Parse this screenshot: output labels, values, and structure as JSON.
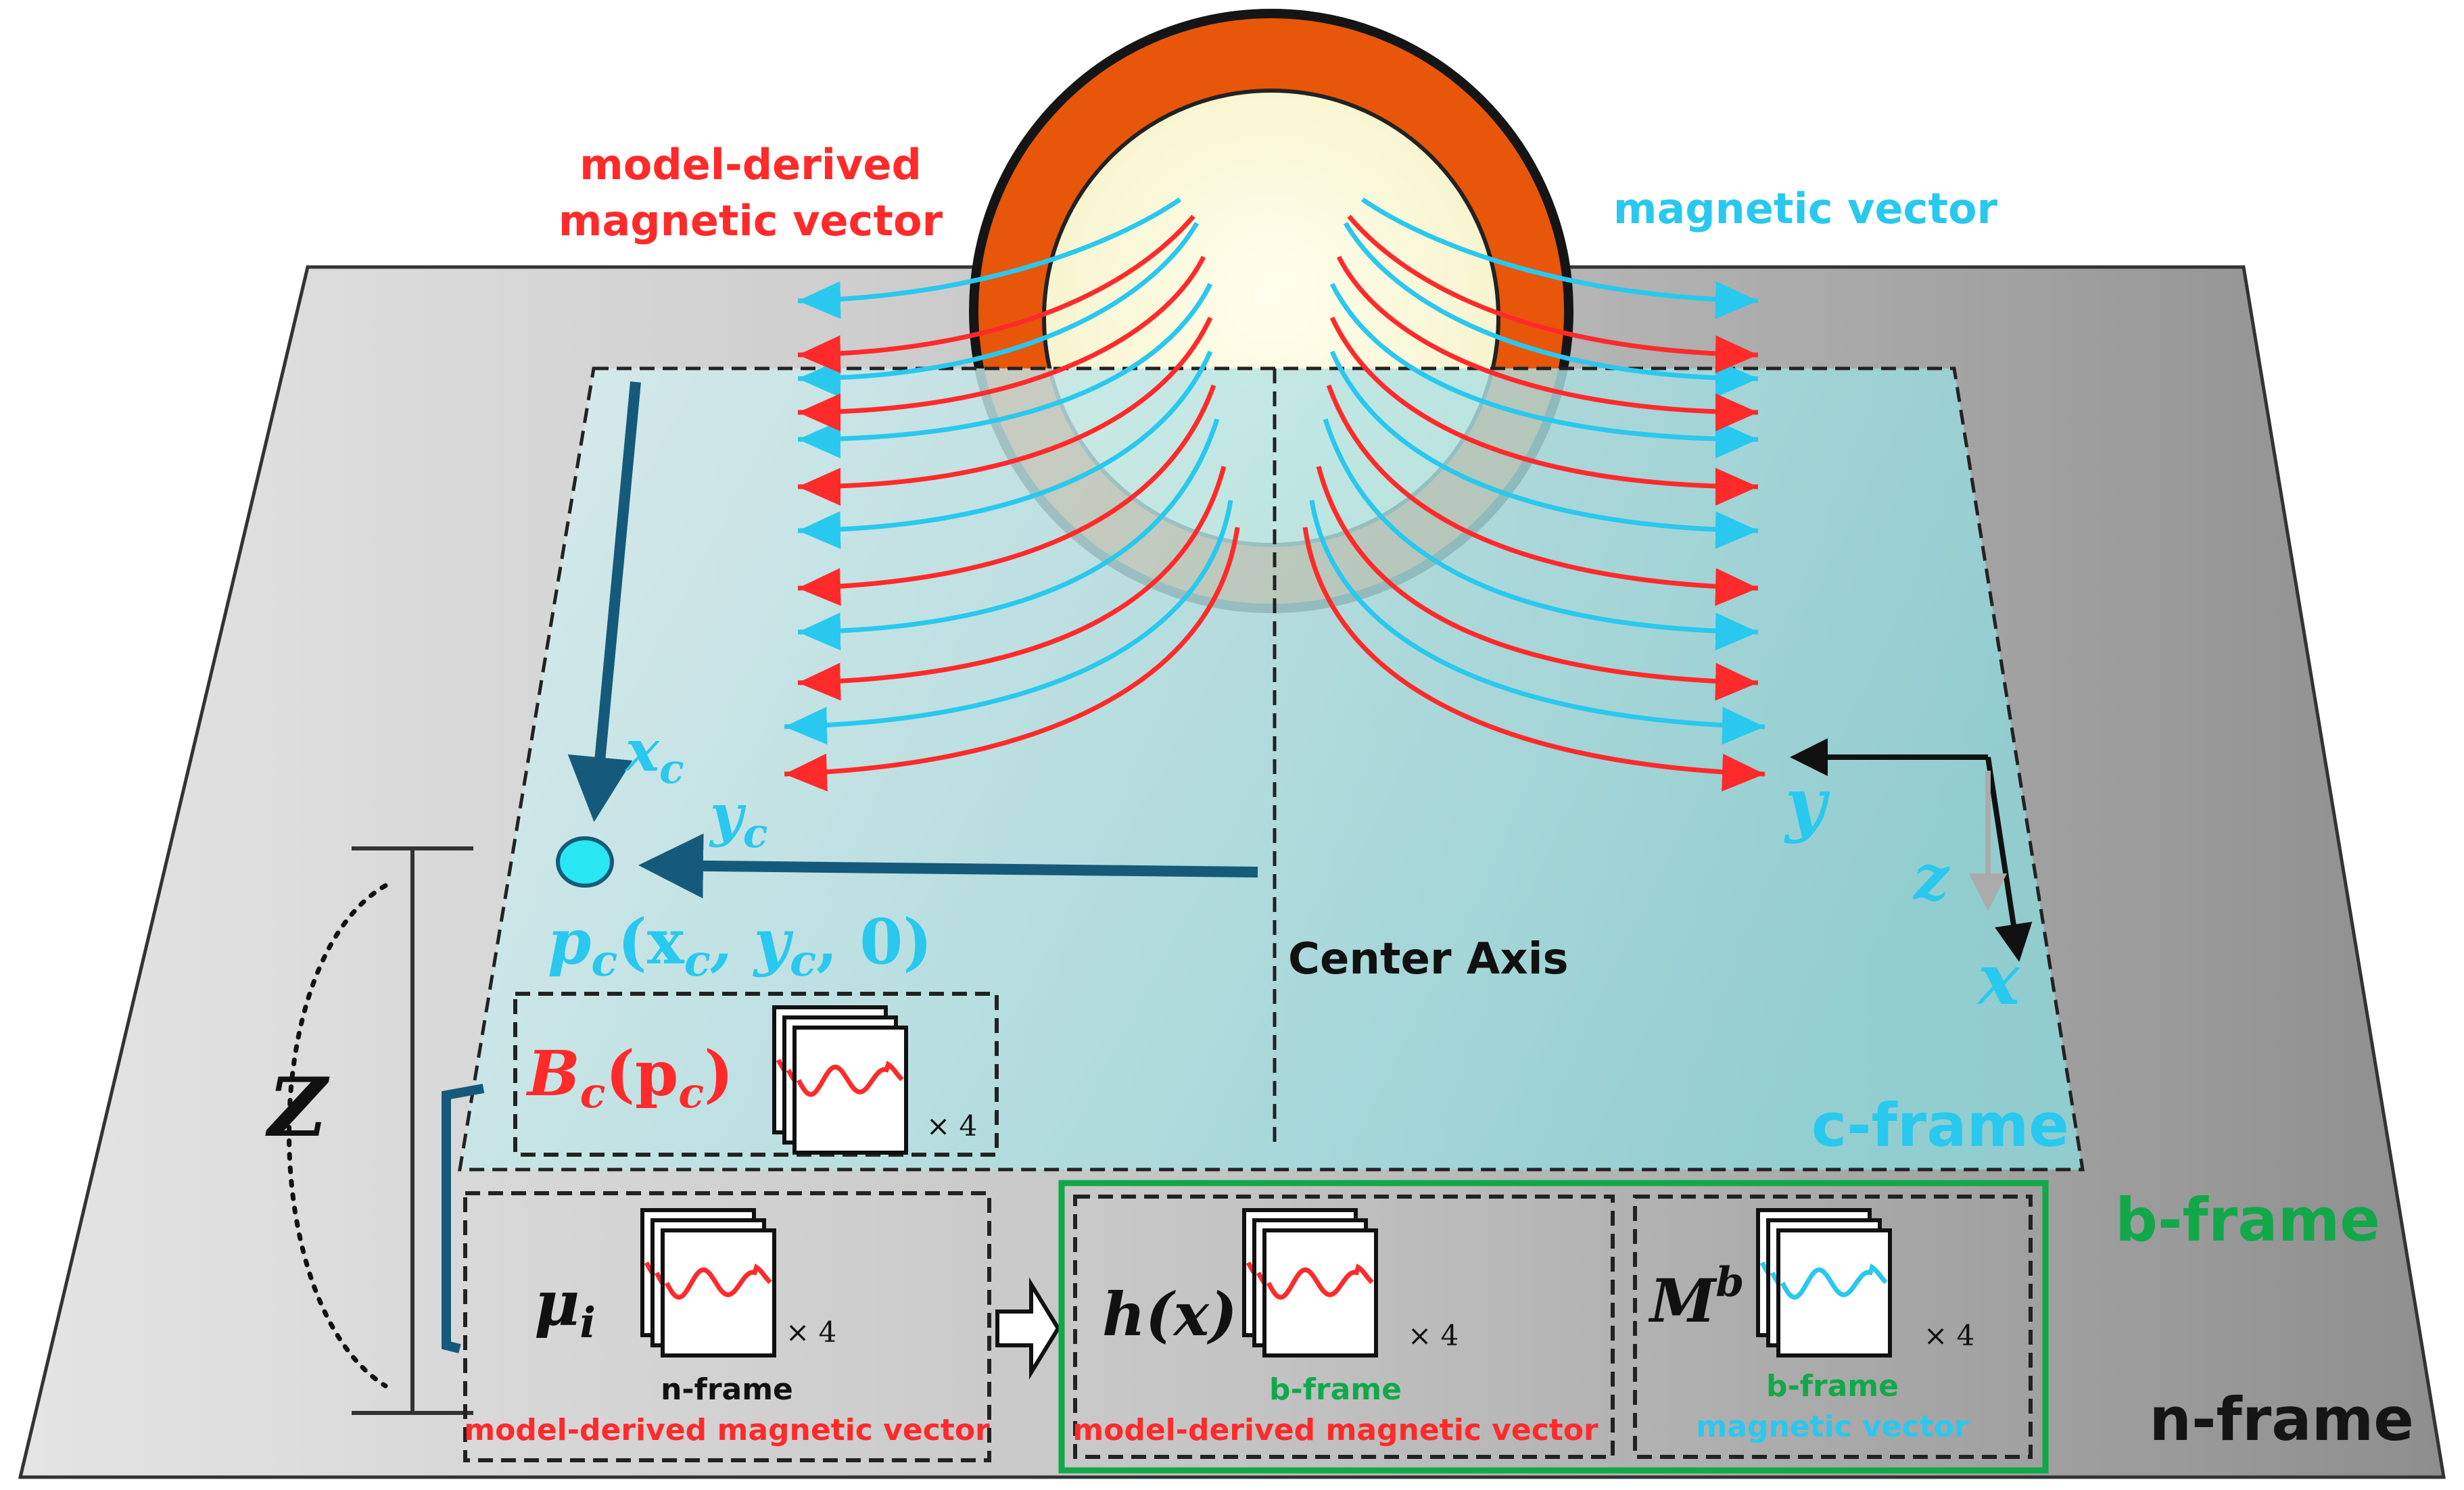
{
  "labels": {
    "model_derived_top_line1": "model-derived",
    "model_derived_top_line2": "magnetic vector",
    "magnetic_vector_top": "magnetic vector",
    "center_axis": "Center Axis",
    "c_frame": "c-frame",
    "b_frame": "b-frame",
    "n_frame": "n-frame",
    "axis_x": "x",
    "axis_y": "y",
    "axis_z": "z",
    "xc": "x",
    "xc_sub": "c",
    "yc": "y",
    "yc_sub": "c",
    "pc_text": "p",
    "pc_args": "(x",
    "pc_args2": ", y",
    "pc_args3": ", 0)",
    "Z": "Z",
    "Bc": "B",
    "Bc_sub": "c",
    "Bc_arg": "(p",
    "Bc_arg_sub": "c",
    "Bc_close": ")",
    "mu": "μ",
    "mu_sub": "i",
    "hx": "h(x)",
    "Mb": "M",
    "Mb_sup": "b",
    "times4": "× 4"
  },
  "boxes": {
    "n_caption1": "n-frame",
    "n_caption2": "model-derived  magnetic vector",
    "b_caption1": "b-frame",
    "b_caption2": "model-derived  magnetic vector",
    "m_caption1": "b-frame",
    "m_caption2": "magnetic vector"
  },
  "colors": {
    "red": "#ff2a2a",
    "blue": "#29c8ee",
    "green": "#12a84a",
    "dark_arrow": "#155a7a",
    "orange_ring": "#e8560a",
    "plane_gray": "#a9a9a9",
    "cframe": "#aee3e6"
  }
}
